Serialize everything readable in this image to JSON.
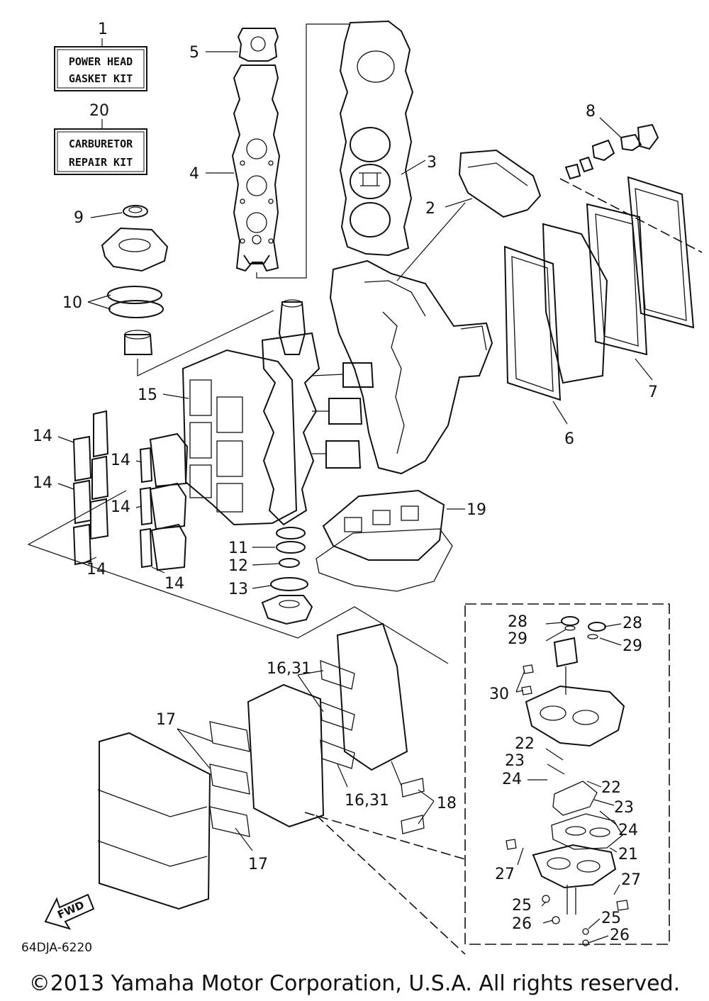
{
  "kits": [
    {
      "number": "1",
      "line1": "POWER HEAD",
      "line2": "GASKET KIT"
    },
    {
      "number": "20",
      "line1": "CARBURETOR",
      "line2": "REPAIR KIT"
    }
  ],
  "callouts": {
    "c2": "2",
    "c3": "3",
    "c4": "4",
    "c5": "5",
    "c6": "6",
    "c7": "7",
    "c8": "8",
    "c9": "9",
    "c10": "10",
    "c11": "11",
    "c12": "12",
    "c13": "13",
    "c14": "14",
    "c15": "15",
    "c16_31": "16,31",
    "c17": "17",
    "c18": "18",
    "c19": "19",
    "c21": "21",
    "c22": "22",
    "c23": "23",
    "c24": "24",
    "c25": "25",
    "c26": "26",
    "c27": "27",
    "c28": "28",
    "c29": "29",
    "c30": "30"
  },
  "fwd_label": "FWD",
  "diagram_code": "64DJA-6220",
  "copyright": "©2013 Yamaha Motor Corporation, U.S.A. All rights reserved."
}
